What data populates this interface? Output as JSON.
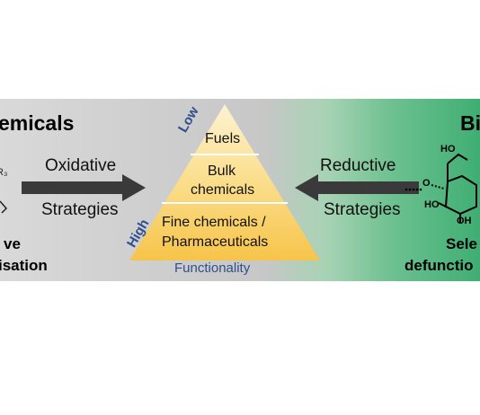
{
  "header": {
    "left_fragment": "emicals",
    "right_fragment": "Bi"
  },
  "left_arrow": {
    "line1": "Oxidative",
    "line2": "Strategies"
  },
  "right_arrow": {
    "line1": "Reductive",
    "line2": "Strategies"
  },
  "left_bottom": {
    "line1": "ve",
    "line2": "isation",
    "formula_fragment": "R₃"
  },
  "right_bottom": {
    "line1": "Sele",
    "line2": "defunctio"
  },
  "pyramid": {
    "tier1": "Fuels",
    "tier2_line1": "Bulk",
    "tier2_line2": "chemicals",
    "tier3_line1": "Fine chemicals /",
    "tier3_line2": "Pharmaceuticals",
    "axis_low": "Low",
    "axis_high": "High",
    "axis_name": "Functionality"
  },
  "molecule": {
    "ho_top": "HO",
    "ho_left": "HO",
    "oh_bottom": "OH",
    "o_linker": "O"
  },
  "colors": {
    "arrow": "#3a3a3a",
    "pyramid_top": "#fdf3d2",
    "pyramid_bottom": "#f7c44a",
    "axis_text": "#2f4f8f",
    "green": "#3fae73"
  }
}
